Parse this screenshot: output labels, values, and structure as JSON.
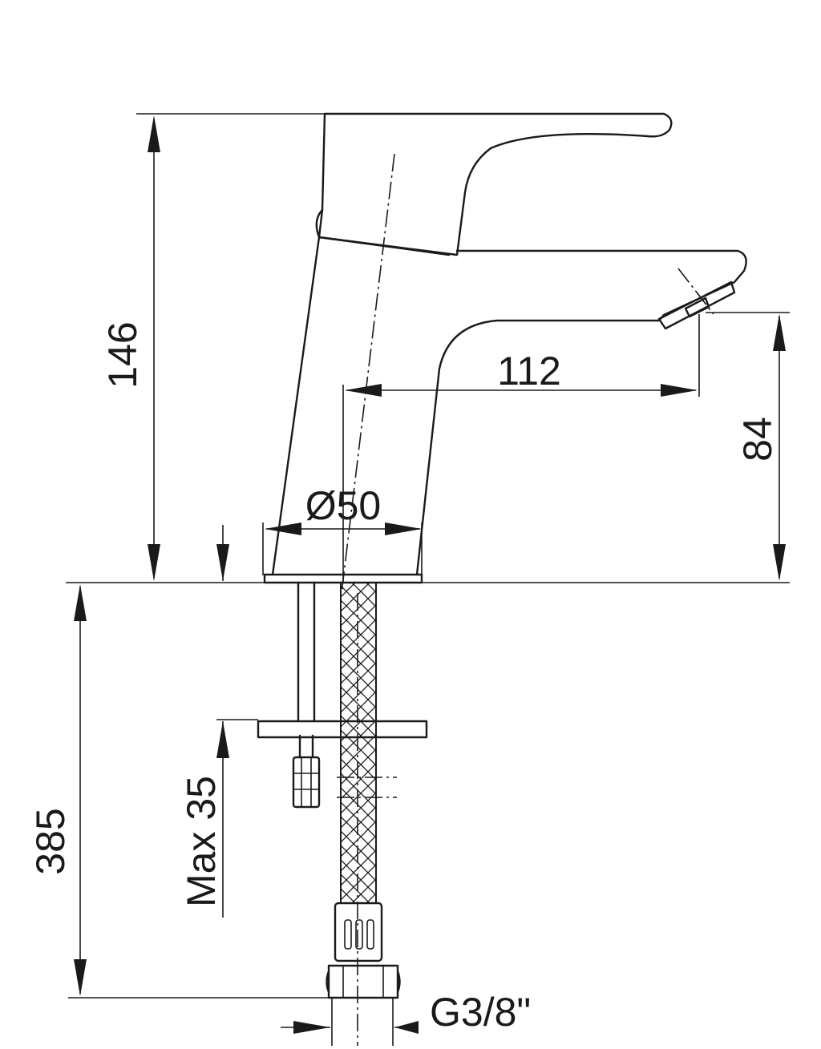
{
  "dimensions": {
    "total_height": "146",
    "spout_reach": "112",
    "spout_height": "84",
    "base_diameter": "Ø50",
    "max_deck_thickness": "Max 35",
    "hose_length": "385",
    "connection_thread": "G3/8\""
  },
  "colors": {
    "line": "#1a1a1a",
    "background": "#ffffff"
  }
}
